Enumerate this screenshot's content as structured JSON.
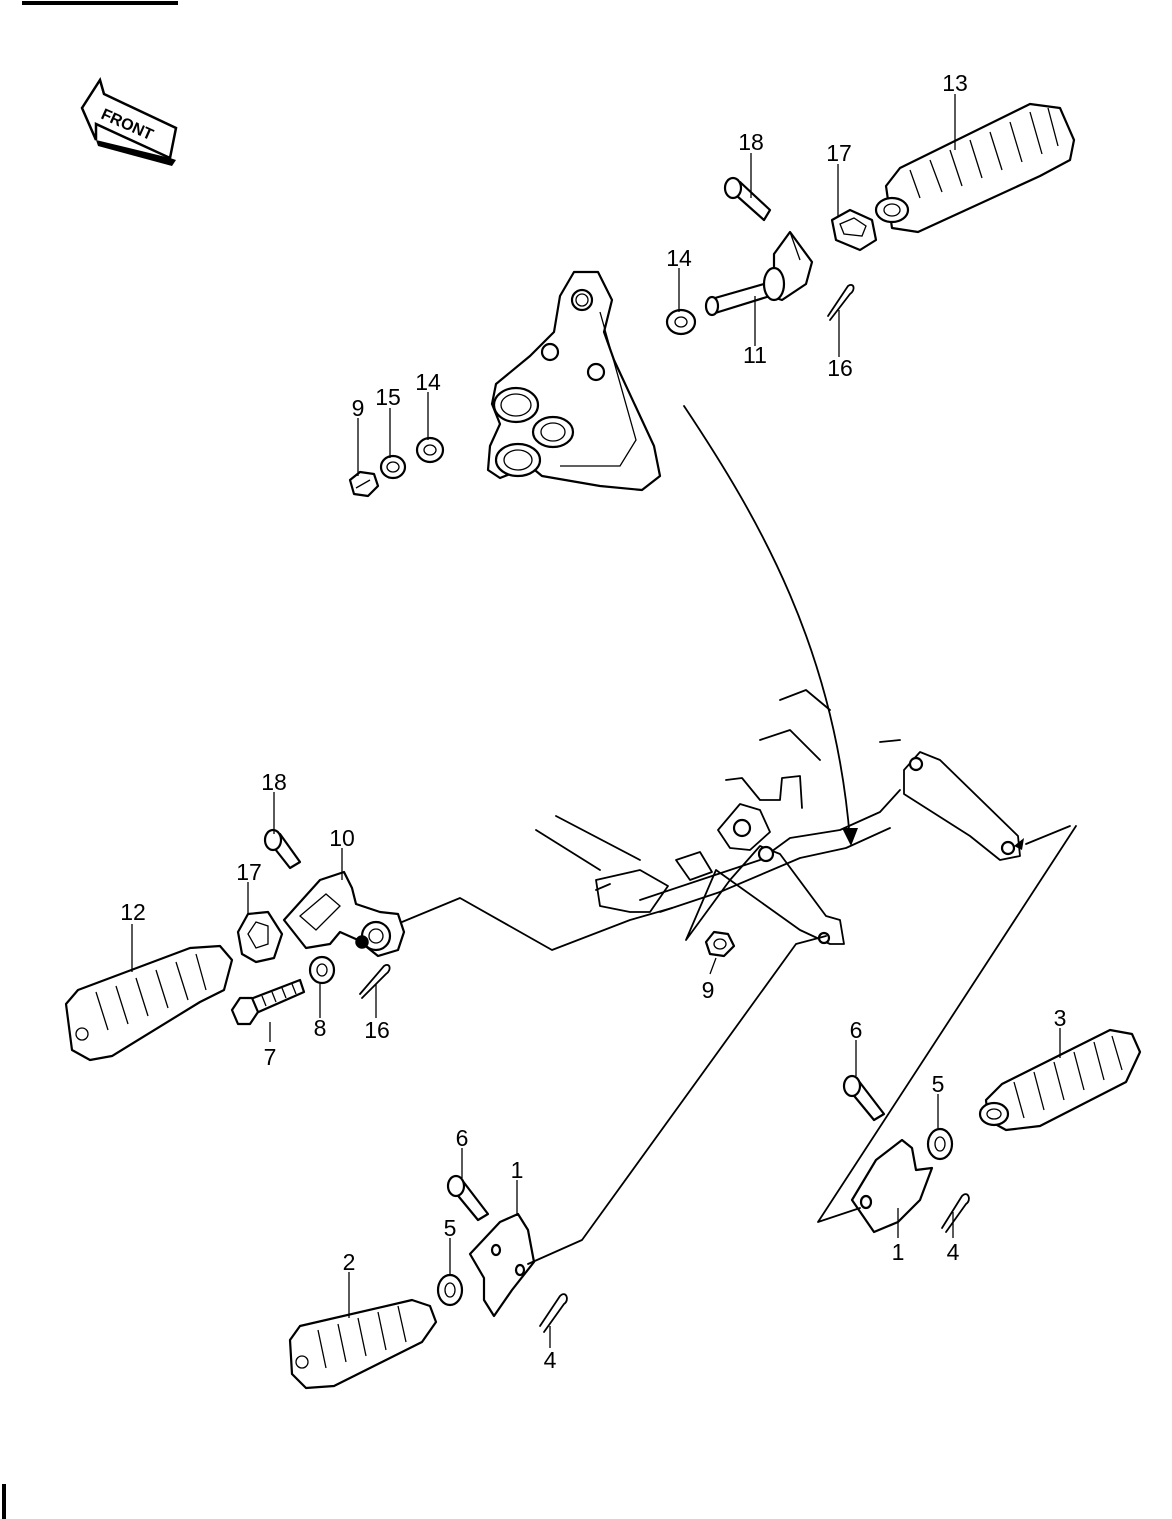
{
  "front_indicator": {
    "label": "FRONT"
  },
  "callouts": {
    "c1a": "1",
    "c1b": "1",
    "c2": "2",
    "c3": "3",
    "c4a": "4",
    "c4b": "4",
    "c5a": "5",
    "c5b": "5",
    "c6a": "6",
    "c6b": "6",
    "c7": "7",
    "c8": "8",
    "c9a": "9",
    "c9b": "9",
    "c10": "10",
    "c11": "11",
    "c12": "12",
    "c13": "13",
    "c14a": "14",
    "c14b": "14",
    "c15": "15",
    "c16a": "16",
    "c16b": "16",
    "c17a": "17",
    "c17b": "17",
    "c18a": "18",
    "c18b": "18"
  }
}
